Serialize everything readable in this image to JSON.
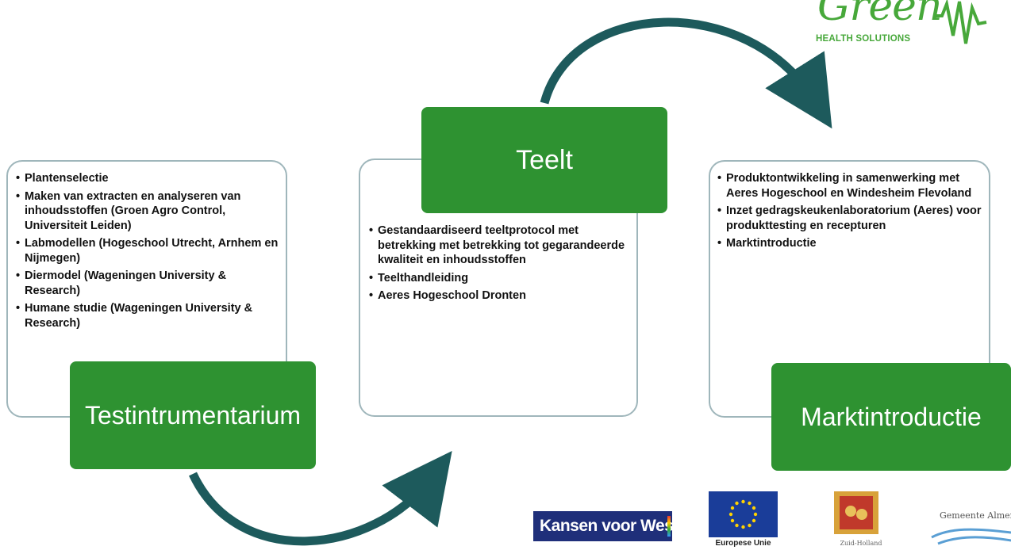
{
  "brand": {
    "name": "Green",
    "tagline": "HEALTH SOLUTIONS"
  },
  "stages": {
    "test": {
      "title": "Testintrumentarium",
      "items": [
        "Plantenselectie",
        "Maken van extracten en analyseren van inhoudsstoffen (Groen Agro Control, Universiteit Leiden)",
        "Labmodellen (Hogeschool Utrecht, Arnhem en Nijmegen)",
        "Diermodel (Wageningen University & Research)",
        "Humane studie (Wageningen University & Research)"
      ]
    },
    "teelt": {
      "title": "Teelt",
      "items": [
        "Gestandaardiseerd teeltprotocol met betrekking met betrekking tot gegarandeerde kwaliteit en inhoudsstoffen",
        "Teelthandleiding",
        "Aeres Hogeschool Dronten"
      ]
    },
    "markt": {
      "title": "Marktintroductie",
      "items": [
        "Produktontwikkeling in samenwerking met Aeres Hogeschool en Windesheim Flevoland",
        "Inzet gedragskeukenlaboratorium (Aeres) voor produkttesting en recepturen",
        "Marktintroductie"
      ]
    }
  },
  "sponsors": {
    "kansen": "Kansen voor West",
    "eu": "Europese Unie",
    "province": "Zuid-Holland",
    "gemeente": "Gemeente Almere"
  },
  "colors": {
    "green": "#2e9231",
    "arrow": "#1d5a5c",
    "border": "#9fb6bb"
  }
}
